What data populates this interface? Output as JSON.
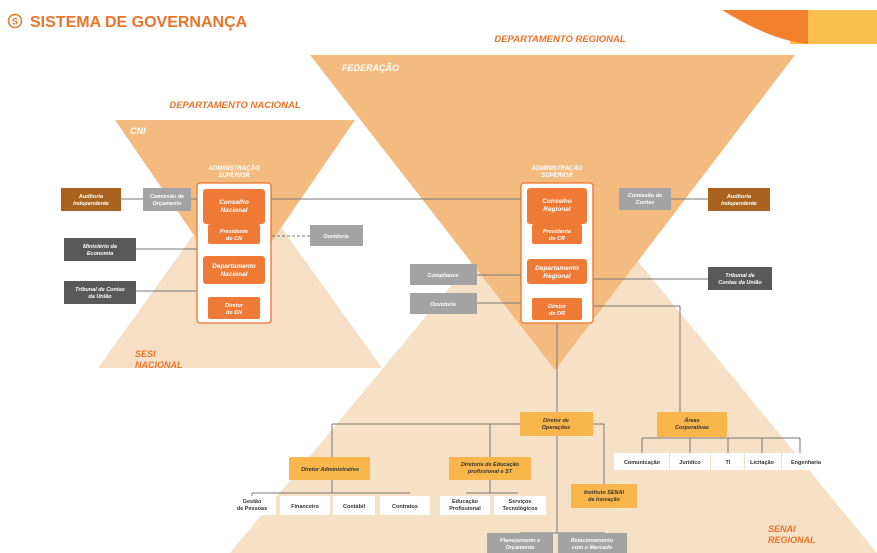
{
  "header": {
    "logo_letter": "S",
    "title": "SISTEMA DE GOVERNANÇA"
  },
  "regions": {
    "departamento_regional": "DEPARTAMENTO REGIONAL",
    "federacao": "FEDERAÇÃO",
    "departamento_nacional": "DEPARTAMENTO NACIONAL",
    "cni": "CNI",
    "sesi_nacional": [
      "SESI",
      "NACIONAL"
    ],
    "senai_regional": [
      "SENAI",
      "REGIONAL"
    ]
  },
  "national": {
    "admin_title": [
      "ADMINISTRAÇÃO",
      "SUPERIOR"
    ],
    "conselho": [
      "Conselho",
      "Nacional"
    ],
    "presidente": [
      "Presidente",
      "do CN"
    ],
    "departamento": [
      "Departamento",
      "Nacional"
    ],
    "diretor": [
      "Diretor",
      "do DN"
    ],
    "auditoria": [
      "Auditoria",
      "Independente"
    ],
    "comissao": [
      "Comissão de",
      "Orçamento"
    ],
    "ministerio": [
      "Ministério da",
      "Economia"
    ],
    "tribunal": [
      "Tribunal de Contas",
      "da União"
    ],
    "ouvidoria": "Ouvidoria"
  },
  "regional": {
    "admin_title": [
      "ADMINISTRAÇÃO",
      "SUPERIOR"
    ],
    "conselho": [
      "Conselho",
      "Regional"
    ],
    "presidente": [
      "Presidente",
      "do CR"
    ],
    "departamento": [
      "Departamento",
      "Regional"
    ],
    "diretor": [
      "Diretor",
      "do DR"
    ],
    "comissao": [
      "Comissão de",
      "Contas"
    ],
    "auditoria": [
      "Auditoria",
      "Independente"
    ],
    "compliance": "Compliance",
    "ouvidoria": "Ouvidoria",
    "tribunal": [
      "Tribunal de",
      "Contas da União"
    ]
  },
  "org": {
    "diretor_operacoes": [
      "Diretor de",
      "Operações"
    ],
    "areas_corporativas": [
      "Áreas",
      "Corporativas"
    ],
    "corporativas_items": [
      "Comunicação",
      "Jurídico",
      "TI",
      "Licitação",
      "Engenharia"
    ],
    "diretor_administrativo": "Diretor Administrativo",
    "admin_items": [
      [
        "Gestão",
        "de Pessoas"
      ],
      [
        "Financeiro"
      ],
      [
        "Contábil"
      ],
      [
        "Contratos"
      ]
    ],
    "diretoria_educacao": [
      "Diretoria de Educação",
      "profissional e ST"
    ],
    "educacao_items": [
      [
        "Educação",
        "Profissional"
      ],
      [
        "Serviços",
        "Tecnológicos"
      ]
    ],
    "instituto": [
      "Instituto SENAI",
      "de Inovação"
    ],
    "bottom_items": [
      [
        "Planejamento e",
        "Orçamento"
      ],
      [
        "Relacionamento",
        "com o Mercado"
      ]
    ]
  }
}
